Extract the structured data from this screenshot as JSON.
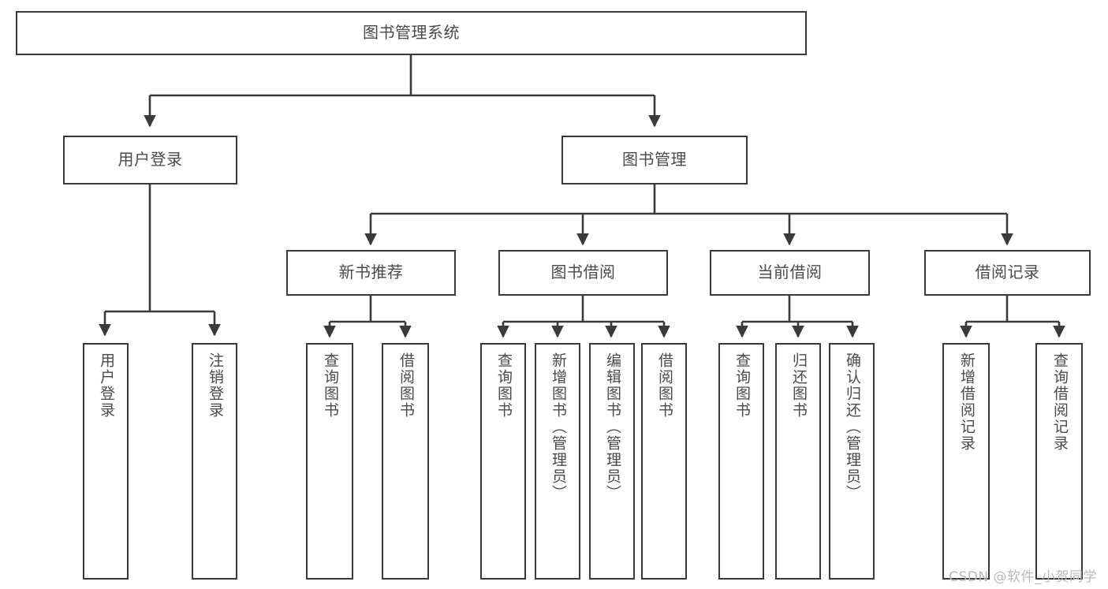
{
  "diagram": {
    "title": "图书管理系统",
    "type": "功能结构图",
    "line_color": "#3a3a3a",
    "text_color": "#4a4a4a",
    "background": "#ffffff",
    "root": {
      "label": "图书管理系统",
      "orientation": "horizontal"
    },
    "level2": [
      {
        "label": "用户登录",
        "orientation": "horizontal"
      },
      {
        "label": "图书管理",
        "orientation": "horizontal"
      }
    ],
    "level3": [
      {
        "label": "新书推荐",
        "orientation": "horizontal"
      },
      {
        "label": "图书借阅",
        "orientation": "horizontal"
      },
      {
        "label": "当前借阅",
        "orientation": "horizontal"
      },
      {
        "label": "借阅记录",
        "orientation": "horizontal"
      }
    ],
    "leaves": {
      "user_login": [
        {
          "label": "用户登录",
          "orientation": "vertical"
        },
        {
          "label": "注销登录",
          "orientation": "vertical"
        }
      ],
      "new_book_recommend": [
        {
          "label": "查询图书",
          "orientation": "vertical"
        },
        {
          "label": "借阅图书",
          "orientation": "vertical"
        }
      ],
      "book_borrow": [
        {
          "label": "查询图书",
          "orientation": "vertical"
        },
        {
          "label": "新增图书（管理员）",
          "orientation": "vertical"
        },
        {
          "label": "编辑图书（管理员）",
          "orientation": "vertical"
        },
        {
          "label": "借阅图书",
          "orientation": "vertical"
        }
      ],
      "current_borrow": [
        {
          "label": "查询图书",
          "orientation": "vertical"
        },
        {
          "label": "归还图书",
          "orientation": "vertical"
        },
        {
          "label": "确认归还（管理员）",
          "orientation": "vertical"
        }
      ],
      "borrow_record": [
        {
          "label": "新增借阅记录",
          "orientation": "vertical"
        },
        {
          "label": "查询借阅记录",
          "orientation": "vertical"
        }
      ]
    }
  },
  "watermark": {
    "text": "CSDN @软件_小贺同学"
  }
}
